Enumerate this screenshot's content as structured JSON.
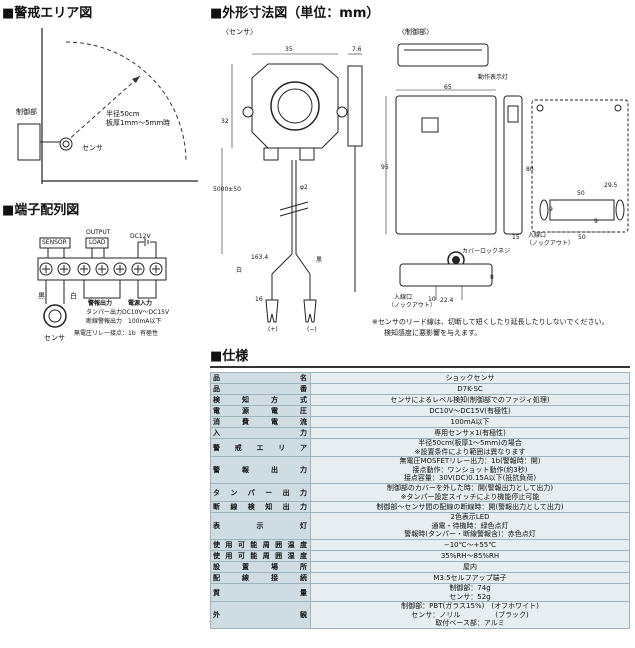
{
  "sections": {
    "alarm_area": "■警戒エリア図",
    "terminal": "■端子配列図",
    "dimensions": "■外形寸法図（単位：mm）",
    "spec": "■仕様"
  },
  "alarm_area": {
    "controller_label": "制御部",
    "radius_line1": "半径50cm",
    "radius_line2": "板厚1mm〜5mm時",
    "sensor_label": "センサ"
  },
  "terminal": {
    "sensor_box": "SENSOR",
    "output_label": "OUTPUT",
    "load_box": "LOAD",
    "dc12v": "DC12V",
    "wire_black": "黒",
    "wire_white": "白",
    "alarm_output": "警報出力",
    "tamper_output": "タンパー出力",
    "disconnect_output": "断線警報出力",
    "power_input": "電源入力",
    "power_range": "DC10V〜DC15V",
    "power_current": "100mA以下",
    "relay_note": "無電圧リレー接点：1b",
    "polarity_note": "有極性",
    "sensor_label": "センサ"
  },
  "dimensions": {
    "sensor_caption": "〈センサ〉",
    "control_caption": "〈制御部〉",
    "d35": "35",
    "d7_6": "7.6",
    "d32": "32",
    "d5000": "5000±50",
    "d_phi2": "φ2",
    "d163": "163.4",
    "d16": "16",
    "black": "黒",
    "white": "白",
    "plus": "(+)",
    "minus": "(−)",
    "c65": "65",
    "c95": "95",
    "c15": "15",
    "c80": "80",
    "c50a": "50",
    "c29_5": "29.5",
    "c9a": "9",
    "c9b": "9",
    "c50b": "50",
    "c8": "8",
    "c10": "10",
    "c22_4": "22.4",
    "op_lamp": "動作表示灯",
    "cover_screw": "カバーロックネジ",
    "knockout1_a": "入線口",
    "knockout1_b": "（ノックアウト）",
    "knockout2_a": "入線口",
    "knockout2_b": "（ノックアウト）",
    "note1": "※センサのリード線は、切断して短くしたり延長したりしないでください。",
    "note2": "検知感度に悪影響を与えます。"
  },
  "spec": {
    "rows": [
      {
        "label": "品名",
        "lines": [
          "ショックセンサ"
        ]
      },
      {
        "label": "品番",
        "lines": [
          "D7K-SC"
        ]
      },
      {
        "label": "検知方式",
        "lines": [
          "センサによるレベル検知(制御部でのファジィ処理)"
        ]
      },
      {
        "label": "電源電圧",
        "lines": [
          "DC10V〜DC15V(有極性)"
        ]
      },
      {
        "label": "消費電流",
        "lines": [
          "100mA以下"
        ]
      },
      {
        "label": "入力",
        "lines": [
          "専用センサ×1(有極性)"
        ]
      },
      {
        "label": "警戒エリア",
        "lines": [
          "半径50cm(板厚1〜5mm)の場合",
          "※設置条件により範囲は異なります"
        ]
      },
      {
        "label": "警報出力",
        "lines": [
          "無電圧MOSFETリレー出力：1b(警報時：開)",
          "接点動作：ワンショット動作(約3秒)",
          "接点容量：30V(DC)0.15A以下(抵抗負荷)"
        ]
      },
      {
        "label": "タンパー出力",
        "lines": [
          "制御部のカバーを外した時：開(警報出力として出力)",
          "※タンパー設定スイッチにより機能停止可能"
        ]
      },
      {
        "label": "断線検知出力",
        "lines": [
          "制御部〜センサ間の配線の断線時：開(警報出力として出力)"
        ]
      },
      {
        "label": "表示灯",
        "lines": [
          "2色表示LED",
          "通電・待機時：緑色点灯",
          "警報時(タンパー・断線警報含)：赤色点灯"
        ]
      },
      {
        "label": "使用可能周囲温度",
        "lines": [
          "−10℃〜+55℃"
        ]
      },
      {
        "label": "使用可能周囲湿度",
        "lines": [
          "35%RH〜85%RH"
        ]
      },
      {
        "label": "設置場所",
        "lines": [
          "屋内"
        ]
      },
      {
        "label": "配線接続",
        "lines": [
          "M3.5セルフアップ端子"
        ]
      },
      {
        "label": "質量",
        "lines": [
          "制御部：74g",
          "センサ：52g"
        ]
      },
      {
        "label": "外観",
        "lines": [
          "制御部：PBT(ガラス15%)　(オフホワイト)",
          "センサ：ノリル　　　　　(ブラック)",
          "取付ベース部：アルミ"
        ]
      }
    ]
  }
}
